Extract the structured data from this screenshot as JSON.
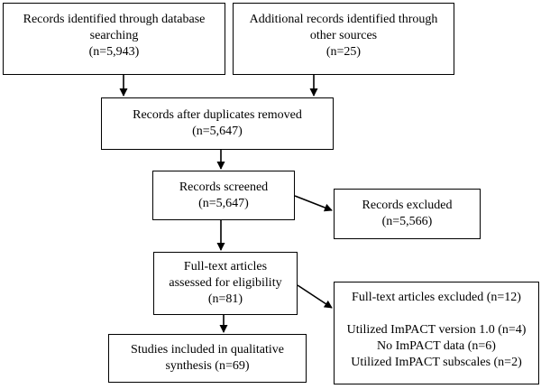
{
  "diagram": {
    "type": "prisma-flow-diagram",
    "background_color": "#ffffff",
    "line_color": "#000000",
    "boxes": [
      {
        "id": "identified-db",
        "text": "Records identified through database\nsearching\n(n=5,943)"
      },
      {
        "id": "additional-sources",
        "text": "Additional records identified through\nother sources\n(n=25)"
      },
      {
        "id": "duplicates-removed",
        "text": "Records after duplicates removed\n(n=5,647)"
      },
      {
        "id": "screened",
        "text": "Records screened\n(n=5,647)"
      },
      {
        "id": "records-excluded",
        "text": "Records excluded\n(n=5,566)"
      },
      {
        "id": "fulltext-assessed",
        "text": "Full-text articles\nassessed for eligibility\n(n=81)"
      },
      {
        "id": "qualitative",
        "text": "Studies included in qualitative\nsynthesis (n=69)"
      },
      {
        "id": "fulltext-excluded",
        "text": "Full-text articles excluded (n=12)\n\nUtilized ImPACT version 1.0 (n=4)\nNo ImPACT data (n=6)\nUtilized ImPACT subscales (n=2)"
      }
    ]
  }
}
